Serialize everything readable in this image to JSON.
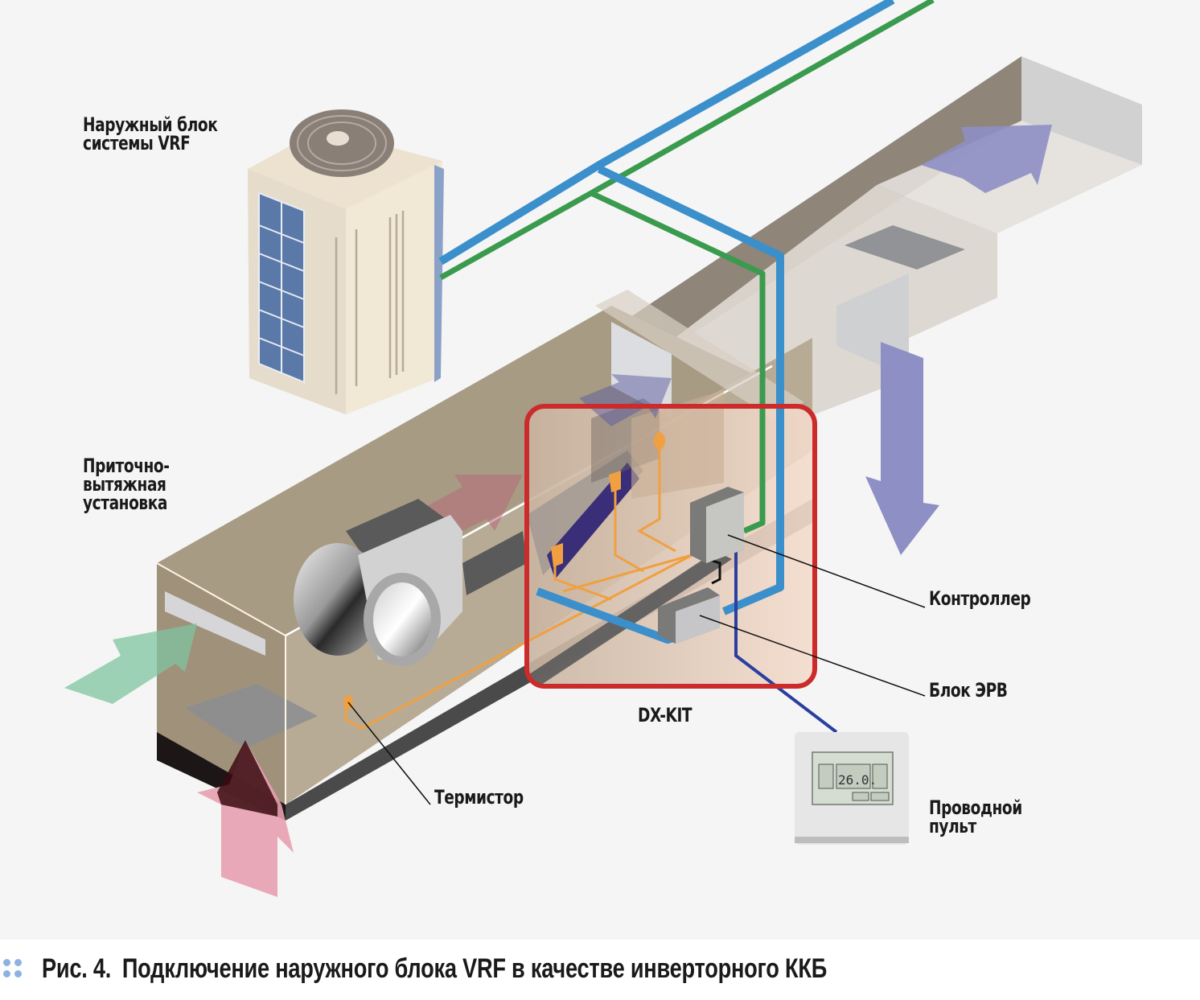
{
  "figure": {
    "labels": {
      "outdoor_unit": "Наружный блок\nсистемы VRF",
      "ahu": "Приточно-\nвытяжная\nустановка",
      "controller": "Контроллер",
      "eev_block": "Блок ЭРВ",
      "dx_kit": "DX-KIT",
      "thermistor": "Термистор",
      "wired_remote": "Проводной\nпульт"
    },
    "remote_display": {
      "temperature": "26.0."
    },
    "colors": {
      "background": "#f5f5f5",
      "refrigerant_pipe_blue": "#3b8fcb",
      "refrigerant_pipe_green": "#3a9a4e",
      "control_cable": "#2a3f9e",
      "sensor_wire": "#f0a040",
      "dx_kit_frame": "#cc2b2b",
      "dx_kit_fill": "#f4d6c6",
      "duct_body": "#a89a85",
      "supply_air_arrow": "#8e8fc4",
      "outdoor_air_arrow": "#7fc4a0",
      "exhaust_air_arrow": "#e8a0b0"
    }
  },
  "caption": {
    "prefix": "Рис. 4.",
    "text": "Подключение наружного блока VRF в качестве инверторного ККБ"
  }
}
